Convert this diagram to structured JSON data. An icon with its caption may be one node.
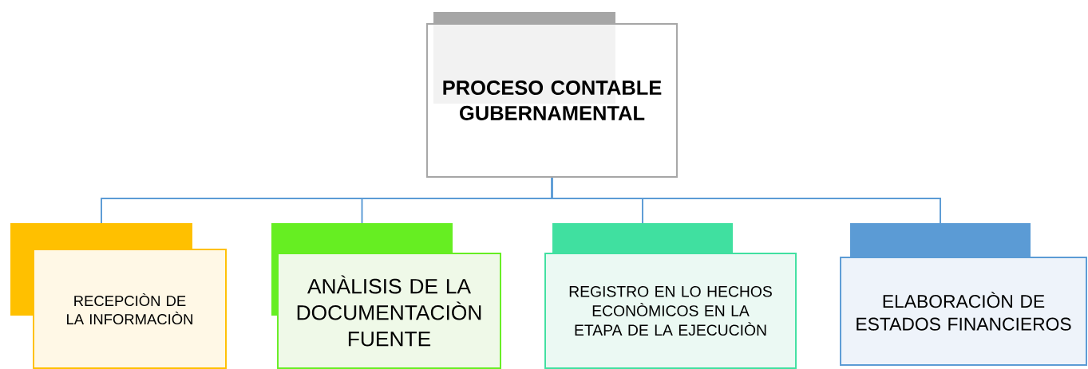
{
  "diagram": {
    "nodes": [
      {
        "text": [
          "PROCESO CONTABLE GUBERNAMENTAL"
        ]
      },
      {
        "text": [
          "RECEPCIÒN DE LA INFORMACIÒN"
        ]
      },
      {
        "text": [
          "ANÀLISIS DE LA DOCUMENTACIÒN FUENTE"
        ]
      },
      {
        "text": [
          "REGISTRO EN LO HECHOS ECONÒMICOS EN LA ETAPA DE LA EJECUCIÒN"
        ]
      },
      {
        "text": [
          "ELABORACIÒN DE ESTADOS FINANCIEROS"
        ]
      }
    ],
    "edges": [
      {
        "from": 0,
        "to": 1,
        "arrow": "none"
      },
      {
        "from": 0,
        "to": 2,
        "arrow": "none"
      },
      {
        "from": 0,
        "to": 3,
        "arrow": "none"
      },
      {
        "from": 0,
        "to": 4,
        "arrow": "none"
      }
    ]
  }
}
